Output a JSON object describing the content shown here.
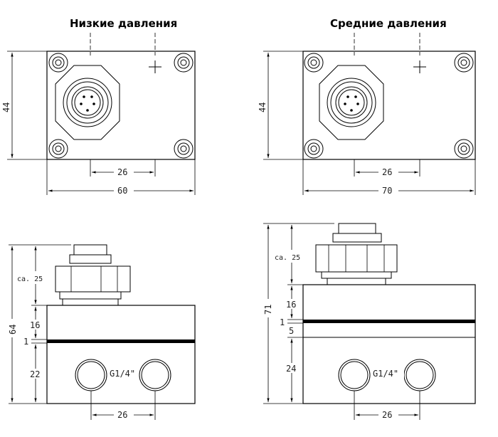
{
  "titles": {
    "low": "Низкие давления",
    "mid": "Средние давления"
  },
  "low": {
    "height_top": "44",
    "spacing_top": "26",
    "width_top": "60",
    "total_height": "64",
    "connector_height": "ca. 25",
    "upper_section": "16",
    "gap": "1",
    "lower_section": "22",
    "port_label": "G1/4\"",
    "port_spacing": "26"
  },
  "mid": {
    "height_top": "44",
    "spacing_top": "26",
    "width_top": "70",
    "total_height": "71",
    "connector_height": "ca. 25",
    "upper_section": "16",
    "gap": "1",
    "mid_section": "5",
    "lower_section": "24",
    "port_label": "G1/4\"",
    "port_spacing": "26"
  }
}
